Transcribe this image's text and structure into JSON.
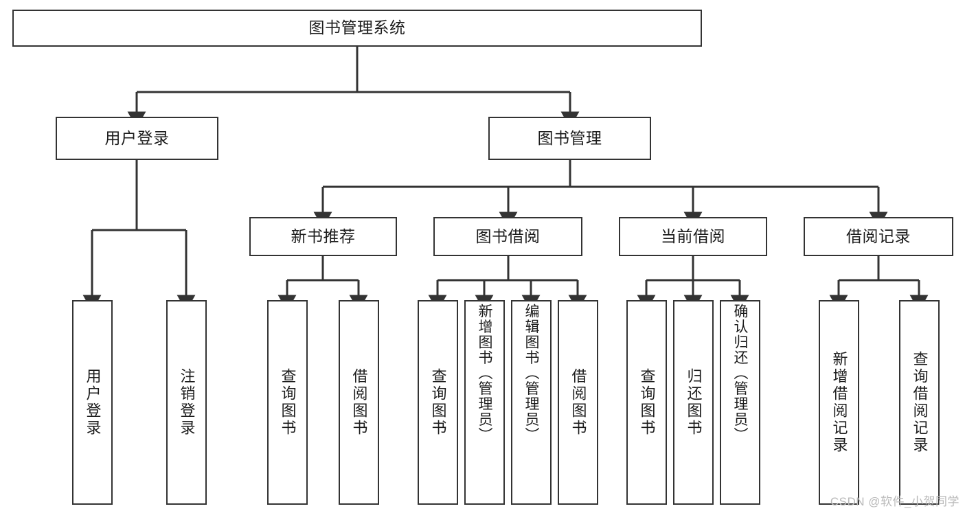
{
  "diagram": {
    "title": "图书管理系统",
    "type": "tree-hierarchy",
    "orientation": "top-down",
    "colors": {
      "box_border": "#333333",
      "box_fill": "#ffffff",
      "edge": "#333333",
      "text": "#1c1c1c",
      "watermark": "#b9b9b9"
    },
    "root": {
      "label": "图书管理系统"
    },
    "level2": [
      {
        "label": "用户登录"
      },
      {
        "label": "图书管理"
      }
    ],
    "level3": [
      {
        "label": "新书推荐"
      },
      {
        "label": "图书借阅"
      },
      {
        "label": "当前借阅"
      },
      {
        "label": "借阅记录"
      }
    ],
    "leaves": {
      "user_login": [
        {
          "label": "用户登录"
        },
        {
          "label": "注销登录"
        }
      ],
      "new_book_recommend": [
        {
          "label": "查询图书"
        },
        {
          "label": "借阅图书"
        }
      ],
      "book_borrow": [
        {
          "label": "查询图书"
        },
        {
          "label": "新增图书（管理员）"
        },
        {
          "label": "编辑图书（管理员）"
        },
        {
          "label": "借阅图书"
        }
      ],
      "current_borrow": [
        {
          "label": "查询图书"
        },
        {
          "label": "归还图书"
        },
        {
          "label": "确认归还（管理员）"
        }
      ],
      "borrow_record": [
        {
          "label": "新增借阅记录"
        },
        {
          "label": "查询借阅记录"
        }
      ]
    }
  },
  "watermark": {
    "text": "CSDN @软件_小贺同学"
  }
}
